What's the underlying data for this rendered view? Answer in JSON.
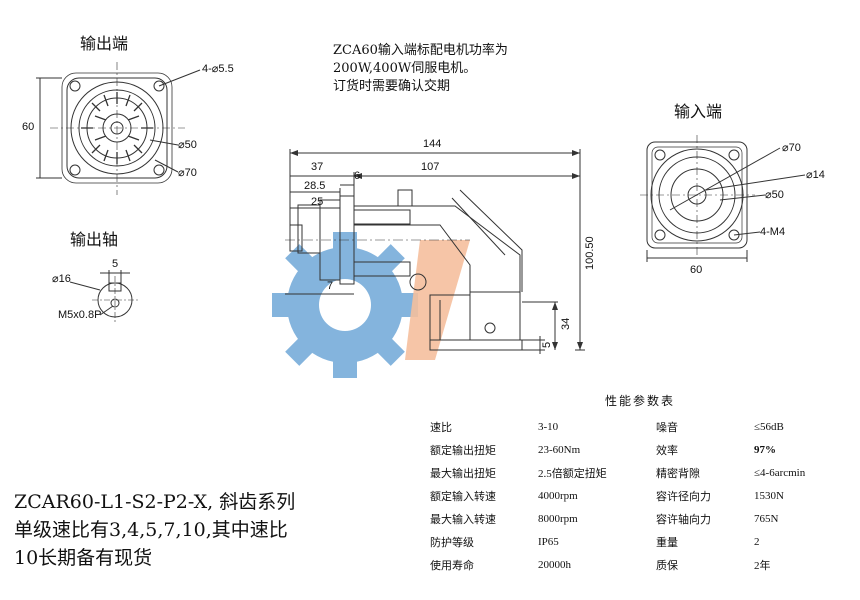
{
  "views": {
    "output_end_title": "输出端",
    "output_shaft_title": "输出轴",
    "input_end_title": "输入端"
  },
  "note_lines": [
    "ZCA60输入端标配电机功率为",
    "200W,400W伺服电机。",
    "订货时需要确认交期"
  ],
  "dimensions": {
    "out_holes": "4-⌀5.5",
    "out_height": "60",
    "out_d50": "⌀50",
    "out_d70": "⌀70",
    "shaft_d16": "⌀16",
    "shaft_5": "5",
    "shaft_thread": "M5x0.8P",
    "total_144": "144",
    "len_107": "107",
    "len_37": "37",
    "len_28_5": "28.5",
    "len_6": "6",
    "len_25": "25",
    "len_7": "7",
    "h_100_50": "100.50",
    "h_34": "34",
    "h_5": "5",
    "in_d70": "⌀70",
    "in_d14": "⌀14",
    "in_d50": "⌀50",
    "in_holes": "4-M4",
    "in_width": "60"
  },
  "perf": {
    "title": "性能参数表",
    "rows": [
      {
        "k1": "速比",
        "v1": "3-10",
        "k2": "噪音",
        "v2": "≤56dB"
      },
      {
        "k1": "额定输出扭矩",
        "v1": "23-60Nm",
        "k2": "效率",
        "v2": "97%"
      },
      {
        "k1": "最大输出扭矩",
        "v1": "2.5倍额定扭矩",
        "k2": "精密背隙",
        "v2": "≤4-6arcmin"
      },
      {
        "k1": "额定输入转速",
        "v1": "4000rpm",
        "k2": "容许径向力",
        "v2": "1530N"
      },
      {
        "k1": "最大输入转速",
        "v1": "8000rpm",
        "k2": "容许轴向力",
        "v2": "765N"
      },
      {
        "k1": "防护等级",
        "v1": "IP65",
        "k2": "重量",
        "v2": "2"
      },
      {
        "k1": "使用寿命",
        "v1": "20000h",
        "k2": "质保",
        "v2": "2年"
      }
    ]
  },
  "description_lines": [
    "ZCAR60-L1-S2-P2-X, 斜齿系列",
    "单级速比有3,4,5,7,10,其中速比",
    "10长期备有现货"
  ],
  "colors": {
    "line": "#333333",
    "watermark_blue": "#6fa8d8",
    "watermark_orange": "#f3b48c"
  }
}
